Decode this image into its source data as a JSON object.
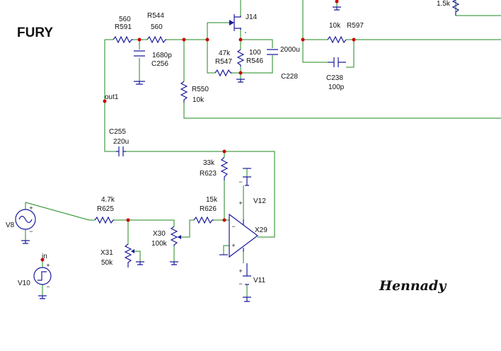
{
  "title": "FURY",
  "signature": "Hennady",
  "components": {
    "r591": {
      "value": "560",
      "ref": "R591"
    },
    "r544": {
      "value": "560",
      "ref": "R544"
    },
    "c256": {
      "value": "1680p",
      "ref": "C256"
    },
    "r550": {
      "ref": "R550",
      "value": "10k"
    },
    "j14": {
      "ref": "J14"
    },
    "r547": {
      "value": "47k",
      "ref": "R547"
    },
    "r546": {
      "value": "100",
      "ref": "R546"
    },
    "c228": {
      "value": "2000u",
      "ref": "C228"
    },
    "r597": {
      "value": "10k",
      "ref": "R597"
    },
    "c238": {
      "ref": "C238",
      "value": "100p"
    },
    "r_top_right": {
      "value": "1.5k"
    },
    "out1": {
      "label": "out1"
    },
    "c255": {
      "ref": "C255",
      "value": "220u"
    },
    "r623": {
      "value": "33k",
      "ref": "R623"
    },
    "v12": {
      "ref": "V12"
    },
    "r625": {
      "value": "4.7k",
      "ref": "R625"
    },
    "r626": {
      "value": "15k",
      "ref": "R626"
    },
    "v8": {
      "ref": "V8"
    },
    "x30": {
      "ref": "X30",
      "value": "100k"
    },
    "x31": {
      "ref": "X31",
      "value": "50k"
    },
    "x29": {
      "ref": "X29"
    },
    "in": {
      "label": "in"
    },
    "v10": {
      "ref": "V10"
    },
    "v11": {
      "ref": "V11"
    }
  },
  "colors": {
    "wire": "#1d8a1d",
    "component": "#1a1a9c",
    "node": "#cc0000"
  }
}
